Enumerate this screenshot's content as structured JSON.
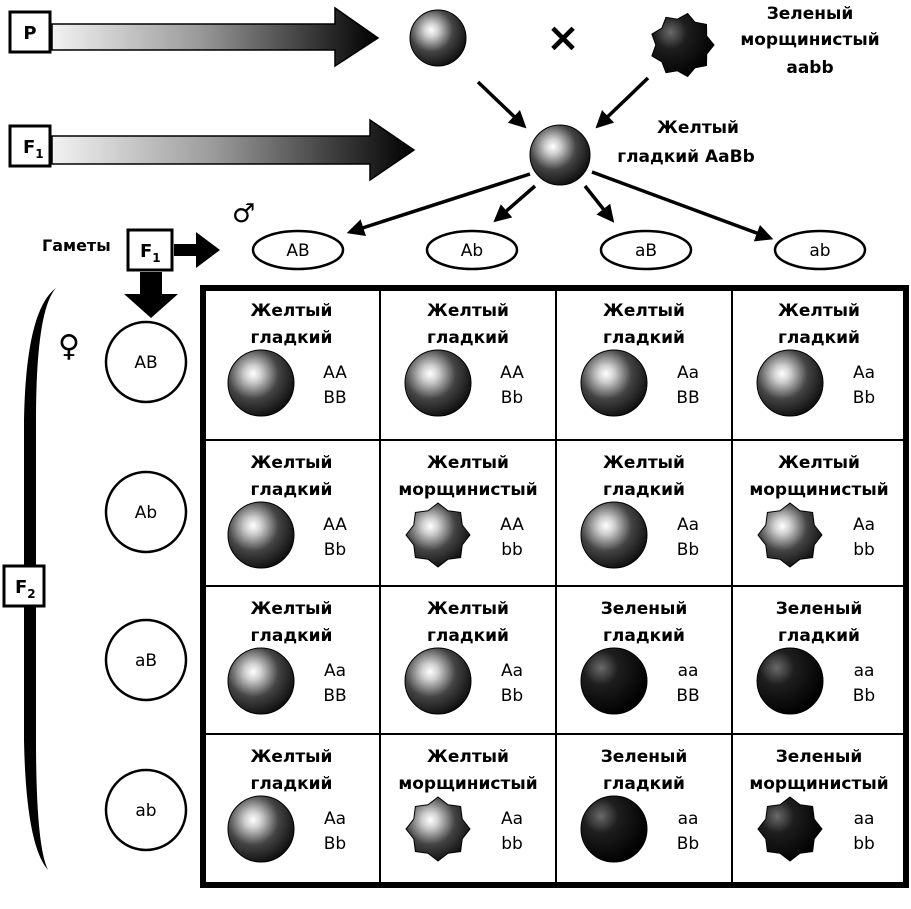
{
  "parents": {
    "label": "P",
    "cross_symbol": "×",
    "p2_phenotype_line1": "Зеленый",
    "p2_phenotype_line2": "морщинистый",
    "p2_genotype": "aabb"
  },
  "f1": {
    "label": "F",
    "sub": "1",
    "phenotype_line1": "Желтый",
    "phenotype_line2": "гладкий AaBb"
  },
  "gametes": {
    "label": "Гаметы",
    "box_label": "F",
    "box_sub": "1",
    "male_symbol": "♂",
    "female_symbol": "♀",
    "male": [
      "AB",
      "Ab",
      "aB",
      "ab"
    ],
    "female": [
      "AB",
      "Ab",
      "aB",
      "ab"
    ]
  },
  "f2": {
    "label": "F",
    "sub": "2",
    "rows": [
      [
        {
          "p1": "Желтый",
          "p2": "гладкий",
          "g1": "AA",
          "g2": "BB",
          "color": "yellow",
          "shape": "round"
        },
        {
          "p1": "Желтый",
          "p2": "гладкий",
          "g1": "AA",
          "g2": "Bb",
          "color": "yellow",
          "shape": "round"
        },
        {
          "p1": "Желтый",
          "p2": "гладкий",
          "g1": "Aa",
          "g2": "BB",
          "color": "yellow",
          "shape": "round"
        },
        {
          "p1": "Желтый",
          "p2": "гладкий",
          "g1": "Aa",
          "g2": "Bb",
          "color": "yellow",
          "shape": "round"
        }
      ],
      [
        {
          "p1": "Желтый",
          "p2": "гладкий",
          "g1": "AA",
          "g2": "Bb",
          "color": "yellow",
          "shape": "round"
        },
        {
          "p1": "Желтый",
          "p2": "морщинистый",
          "g1": "AA",
          "g2": "bb",
          "color": "yellow",
          "shape": "wrinkled"
        },
        {
          "p1": "Желтый",
          "p2": "гладкий",
          "g1": "Aa",
          "g2": "Bb",
          "color": "yellow",
          "shape": "round"
        },
        {
          "p1": "Желтый",
          "p2": "морщинистый",
          "g1": "Aa",
          "g2": "bb",
          "color": "yellow",
          "shape": "wrinkled"
        }
      ],
      [
        {
          "p1": "Желтый",
          "p2": "гладкий",
          "g1": "Aa",
          "g2": "BB",
          "color": "yellow",
          "shape": "round"
        },
        {
          "p1": "Желтый",
          "p2": "гладкий",
          "g1": "Aa",
          "g2": "Bb",
          "color": "yellow",
          "shape": "round"
        },
        {
          "p1": "Зеленый",
          "p2": "гладкий",
          "g1": "aa",
          "g2": "BB",
          "color": "green",
          "shape": "round"
        },
        {
          "p1": "Зеленый",
          "p2": "гладкий",
          "g1": "aa",
          "g2": "Bb",
          "color": "green",
          "shape": "round"
        }
      ],
      [
        {
          "p1": "Желтый",
          "p2": "гладкий",
          "g1": "Aa",
          "g2": "Bb",
          "color": "yellow",
          "shape": "round"
        },
        {
          "p1": "Желтый",
          "p2": "морщинистый",
          "g1": "Aa",
          "g2": "bb",
          "color": "yellow",
          "shape": "wrinkled"
        },
        {
          "p1": "Зеленый",
          "p2": "гладкий",
          "g1": "aa",
          "g2": "Bb",
          "color": "green",
          "shape": "round"
        },
        {
          "p1": "Зеленый",
          "p2": "морщинистый",
          "g1": "aa",
          "g2": "bb",
          "color": "green",
          "shape": "wrinkled"
        }
      ]
    ]
  }
}
